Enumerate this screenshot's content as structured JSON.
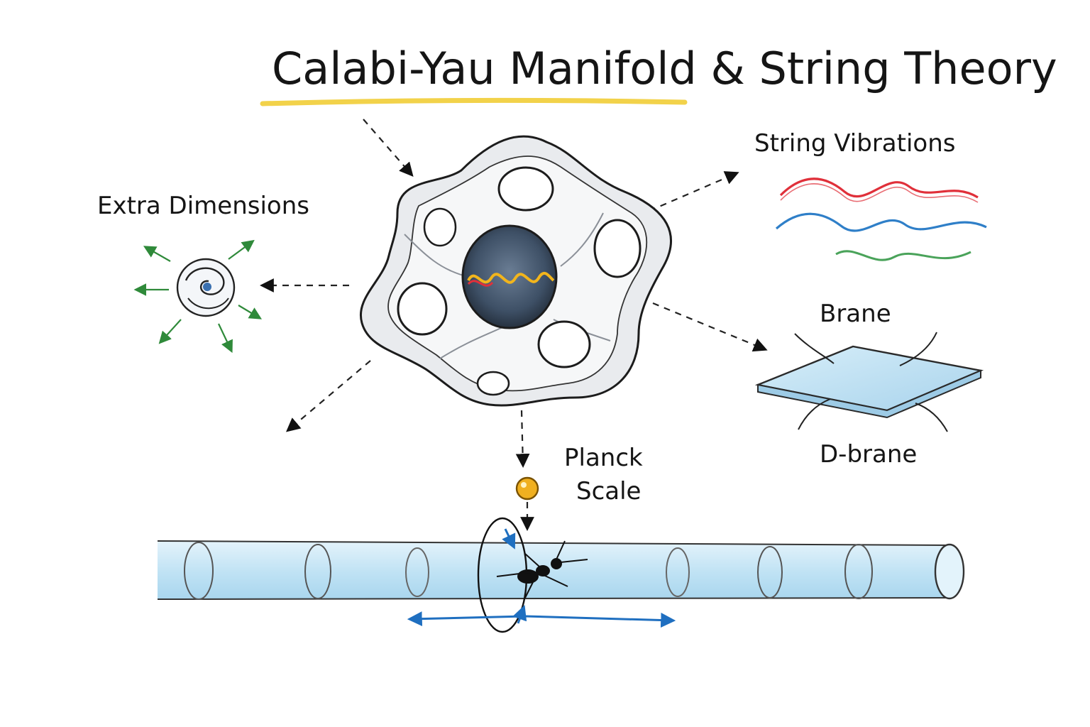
{
  "title": "Calabi-Yau Manifold & String Theory",
  "labels": {
    "string_vibrations": "String Vibrations",
    "extra_dimensions": "Extra Dimensions",
    "brane": "Brane",
    "d_brane": "D-brane",
    "planck_line1": "Planck",
    "planck_line2": "Scale"
  },
  "colors": {
    "title_underline": "#f2d24a",
    "wave_red": "#e0303a",
    "wave_blue": "#2f7fc8",
    "wave_green": "#4aa35a",
    "brane_fill": "#bfe3f5",
    "tube_fill": "#cfe9f7",
    "arrow_green": "#2f8a3a",
    "arrow_blue": "#1f6fc0",
    "planck_dot": "#f0b020"
  },
  "icons": [
    "calabi-yau-manifold-icon",
    "compact-dimension-icon",
    "brane-sheet-icon",
    "ant-icon",
    "planck-particle-icon"
  ]
}
